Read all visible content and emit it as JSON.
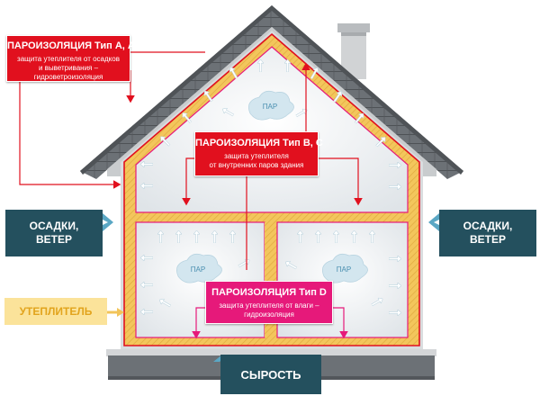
{
  "labels": {
    "type_a": {
      "title": "ПАРОИЗОЛЯЦИЯ Тип А, АМ",
      "desc_line1": "защита утеплителя от осадков",
      "desc_line2": "и выветривания – гидроветроизоляция"
    },
    "type_bc": {
      "title": "ПАРОИЗОЛЯЦИЯ Тип В, С",
      "desc_line1": "защита утеплителя",
      "desc_line2": "от внутренних паров здания"
    },
    "type_d": {
      "title": "ПАРОИЗОЛЯЦИЯ Тип D",
      "desc_line1": "защита утеплителя от влаги –",
      "desc_line2": "гидроизоляция"
    },
    "precip_left": {
      "line1": "ОСАДКИ,",
      "line2": "ВЕТЕР"
    },
    "precip_right": {
      "line1": "ОСАДКИ,",
      "line2": "ВЕТЕР"
    },
    "insulation": "УТЕПЛИТЕЛЬ",
    "dampness": "СЫРОСТЬ",
    "vapor": "ПАР"
  },
  "colors": {
    "red": "#e1101e",
    "pink": "#e6197a",
    "teal": "#24505e",
    "insulation_yellow": "#f2c45a",
    "roof": "#6c7176"
  }
}
